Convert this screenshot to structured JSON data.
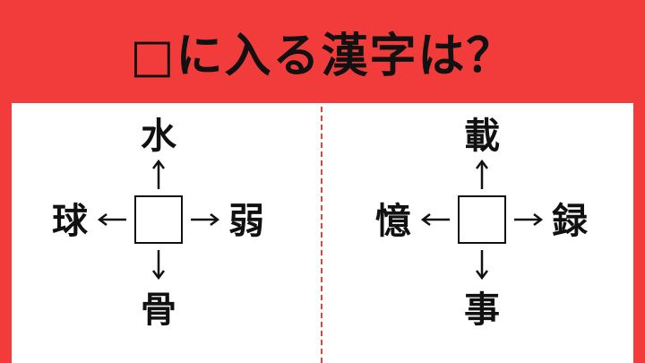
{
  "title": "□に入る漢字は？",
  "puzzles": [
    {
      "top": "水",
      "left": "球",
      "right": "弱",
      "bottom": "骨"
    },
    {
      "top": "載",
      "left": "憶",
      "right": "録",
      "bottom": "事"
    }
  ]
}
